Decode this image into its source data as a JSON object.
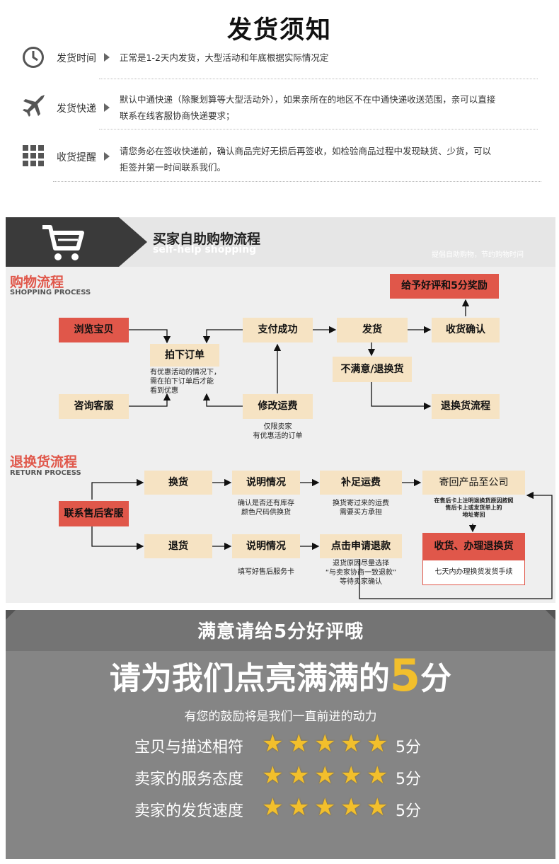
{
  "notice": {
    "title": "发货须知",
    "rows": [
      {
        "label": "发货时间",
        "icon": "clock-icon",
        "text": [
          "正常是1-2天内发货，大型活动和年底根据实际情况定"
        ]
      },
      {
        "label": "发货快递",
        "icon": "airplane-icon",
        "text": [
          "默认中通快递（除聚划算等大型活动外），如果亲所在的地区不在中通快递收送范围，亲可以直接",
          "联系在线客服协商快递要求；"
        ]
      },
      {
        "label": "收货提醒",
        "icon": "grid-icon",
        "text": [
          "请您务必在签收快递前，确认商品完好无损后再签收，如检验商品过程中发现缺货、少货，可以",
          "拒签并第一时间联系我们。"
        ]
      }
    ]
  },
  "flow": {
    "header_title": "买家自助购物流程",
    "header_subtitle": "self-help shopping",
    "header_slogan": "提倡自助购物，节约购物时间",
    "shopping": {
      "title": "购物流程",
      "subtitle": "SHOPPING PROCESS",
      "browse": "浏览宝贝",
      "consult": "咨询客服",
      "order": "拍下订单",
      "order_note": [
        "有优惠活动的情况下，",
        "需在拍下订单后才能",
        "看到优惠"
      ],
      "pay": "支付成功",
      "modify": "修改运费",
      "modify_note": [
        "仅限卖家",
        "有优惠活的订单"
      ],
      "ship": "发货",
      "receive": "收货确认",
      "review": "给予好评和5分奖励",
      "unsatisfied": "不满意/退换货",
      "exchange_flow": "退换货流程"
    },
    "returns": {
      "title": "退换货流程",
      "subtitle": "RETURN PROCESS",
      "contact": "联系售后客服",
      "exchange": "换货",
      "refund": "退货",
      "explain1": "说明情况",
      "explain1_note": [
        "确认是否还有库存",
        "颜色尺码供换货"
      ],
      "explain2": "说明情况",
      "explain2_note": [
        "填写好售后服务卡"
      ],
      "shipping_fee": "补足运费",
      "shipping_fee_note": [
        "换货寄过来的运费",
        "需要买方承担"
      ],
      "apply_refund": "点击申请退款",
      "apply_refund_note": [
        "退货原因尽量选择",
        "“与卖家协商一致退款”",
        "等待卖家确认"
      ],
      "send_back": "寄回产品至公司",
      "send_back_note": [
        "在售后卡上注明退换货原因按照",
        "售后卡上或发货单上的",
        "地址寄回"
      ],
      "handle": "收货、办理退换货",
      "handle_note": "七天内办理换货发货手续"
    }
  },
  "rating": {
    "headline": "满意请给5分好评哦",
    "big_prefix": "请为我们点亮满满的",
    "big_number": "5",
    "big_suffix": "分",
    "motto": "有您的鼓励将是我们一直前进的动力",
    "rows": [
      {
        "label": "宝贝与描述相符",
        "score": "5分"
      },
      {
        "label": "卖家的服务态度",
        "score": "5分"
      },
      {
        "label": "卖家的发货速度",
        "score": "5分"
      }
    ],
    "star_color": "#f2bf2c"
  }
}
